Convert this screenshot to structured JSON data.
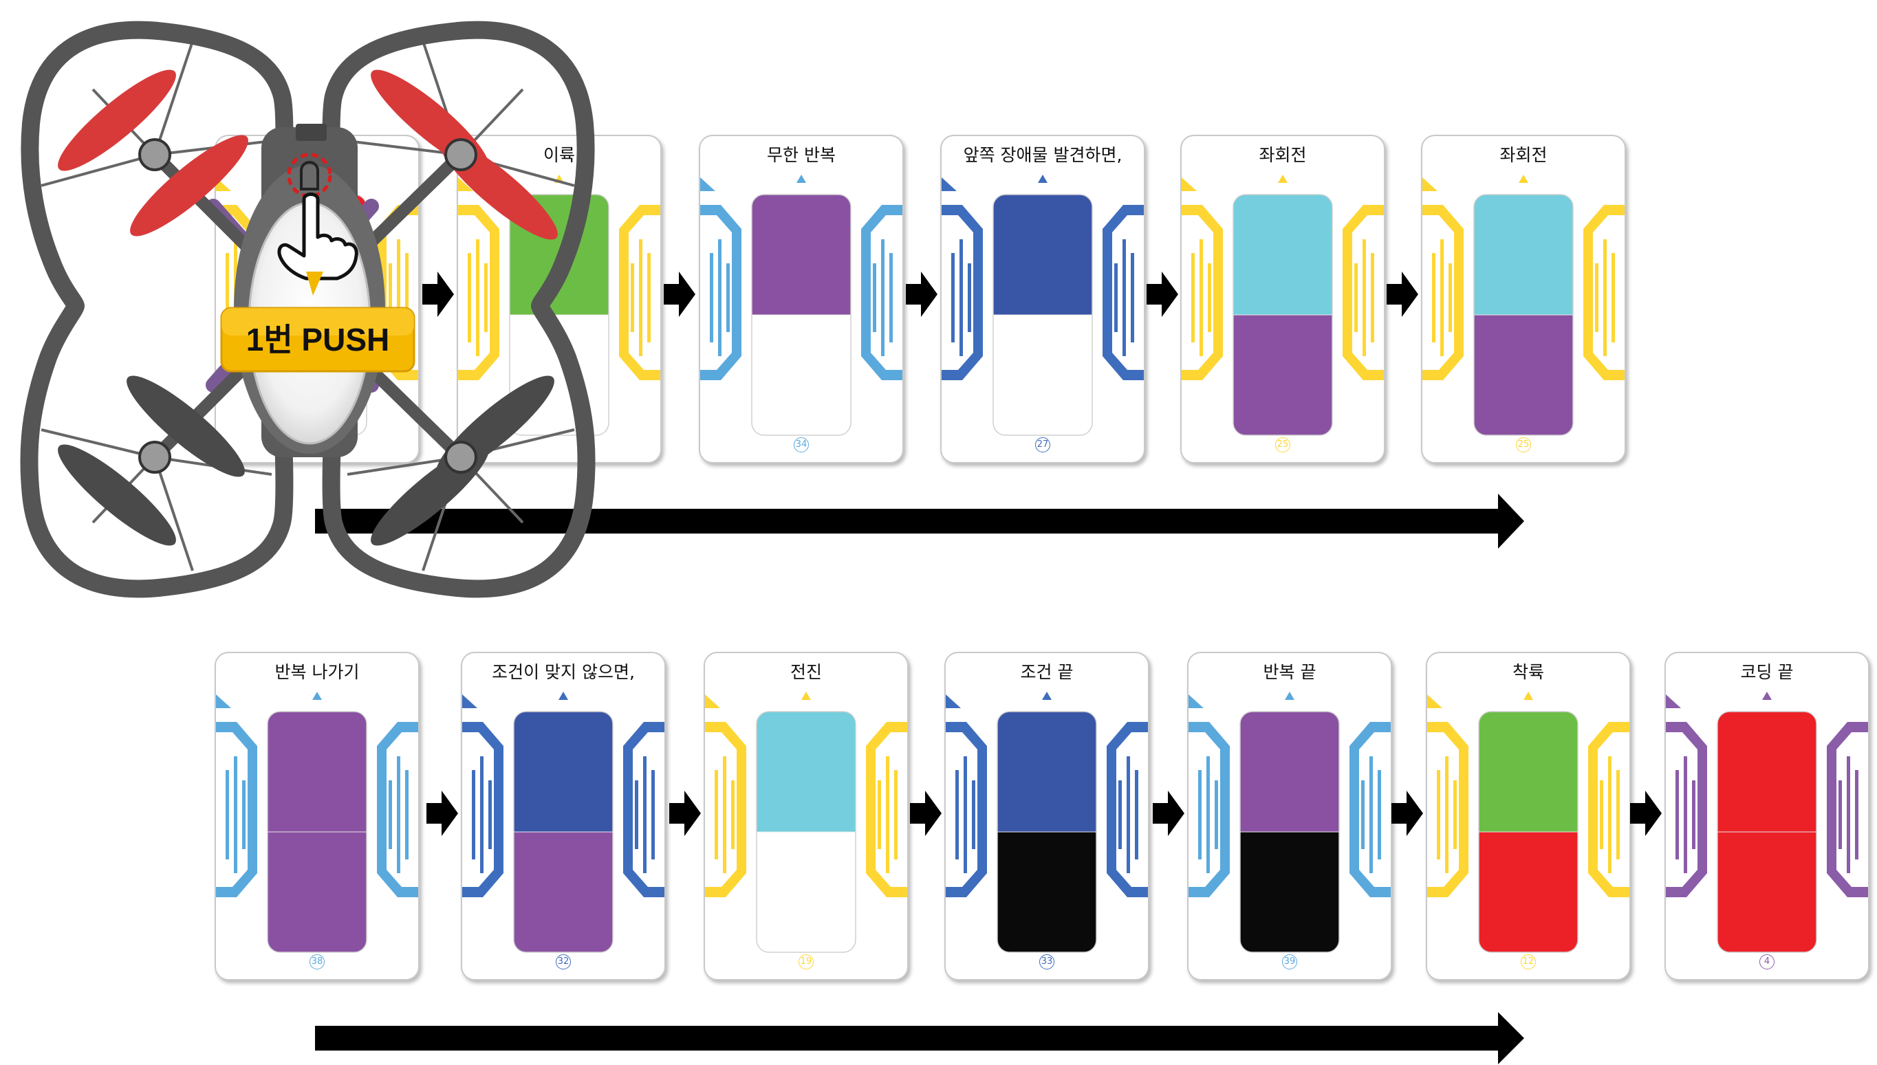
{
  "colors": {
    "purple": "#8a51a2",
    "navy": "#3955a6",
    "cyan": "#74cedd",
    "green": "#6cbd45",
    "red": "#ec2027",
    "black": "#0a0a0a",
    "white": "#ffffff",
    "yellow_frame": "#fed633",
    "lightblue_frame": "#5aa9dd",
    "navy_frame": "#3f6dbd",
    "purple_frame": "#8b5ca8"
  },
  "drone": {
    "push_label": "1번 PUSH",
    "icon": "drone-icon"
  },
  "rows": [
    {
      "cards": [
        {
          "title": "",
          "number": "",
          "frame": "yellow_frame",
          "top": "red",
          "bottom": "white",
          "hidden_by_drone": true
        },
        {
          "title": "이륙",
          "number": "",
          "frame": "yellow_frame",
          "top": "green",
          "bottom": "white"
        },
        {
          "title": "무한 반복",
          "number": "34",
          "frame": "lightblue_frame",
          "top": "purple",
          "bottom": "white"
        },
        {
          "title": "앞쪽 장애물 발견하면,",
          "number": "27",
          "frame": "navy_frame",
          "top": "navy",
          "bottom": "white"
        },
        {
          "title": "좌회전",
          "number": "25",
          "frame": "yellow_frame",
          "top": "cyan",
          "bottom": "purple"
        },
        {
          "title": "좌회전",
          "number": "25",
          "frame": "yellow_frame",
          "top": "cyan",
          "bottom": "purple"
        }
      ]
    },
    {
      "cards": [
        {
          "title": "반복 나가기",
          "number": "38",
          "frame": "lightblue_frame",
          "top": "purple",
          "bottom": "purple"
        },
        {
          "title": "조건이 맞지 않으면,",
          "number": "32",
          "frame": "navy_frame",
          "top": "navy",
          "bottom": "purple"
        },
        {
          "title": "전진",
          "number": "19",
          "frame": "yellow_frame",
          "top": "cyan",
          "bottom": "white"
        },
        {
          "title": "조건 끝",
          "number": "33",
          "frame": "navy_frame",
          "top": "navy",
          "bottom": "black"
        },
        {
          "title": "반복 끝",
          "number": "39",
          "frame": "lightblue_frame",
          "top": "purple",
          "bottom": "black"
        },
        {
          "title": "착륙",
          "number": "12",
          "frame": "yellow_frame",
          "top": "green",
          "bottom": "red"
        },
        {
          "title": "코딩 끝",
          "number": "4",
          "frame": "purple_frame",
          "top": "red",
          "bottom": "red"
        }
      ]
    }
  ]
}
